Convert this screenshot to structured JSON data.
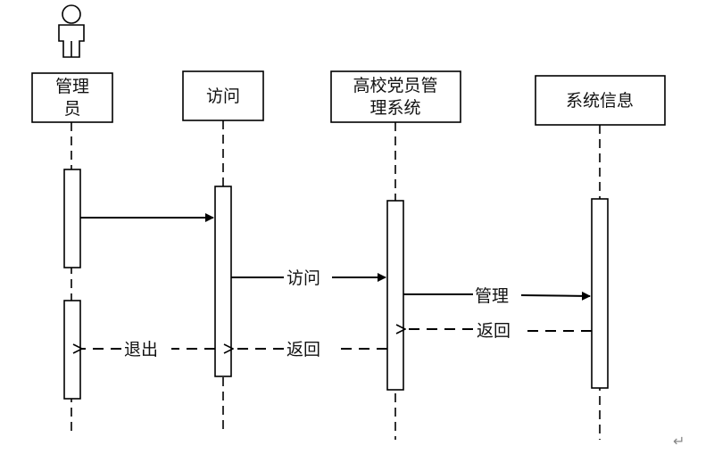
{
  "participants": {
    "admin": {
      "label_lines": [
        "管理",
        "员"
      ],
      "icon": "actor-icon"
    },
    "access": {
      "label_lines": [
        "访问"
      ]
    },
    "system": {
      "label_lines": [
        "高校党员管",
        "理系统"
      ]
    },
    "sysinfo": {
      "label_lines": [
        "系统信息"
      ]
    }
  },
  "messages": {
    "m1": {
      "label": ""
    },
    "m2": {
      "label": "访问"
    },
    "m3": {
      "label": "管理"
    },
    "m4": {
      "label": "返回"
    },
    "m5": {
      "label": "返回"
    },
    "m6": {
      "label": "退出"
    }
  },
  "paragraph_mark": "↵"
}
